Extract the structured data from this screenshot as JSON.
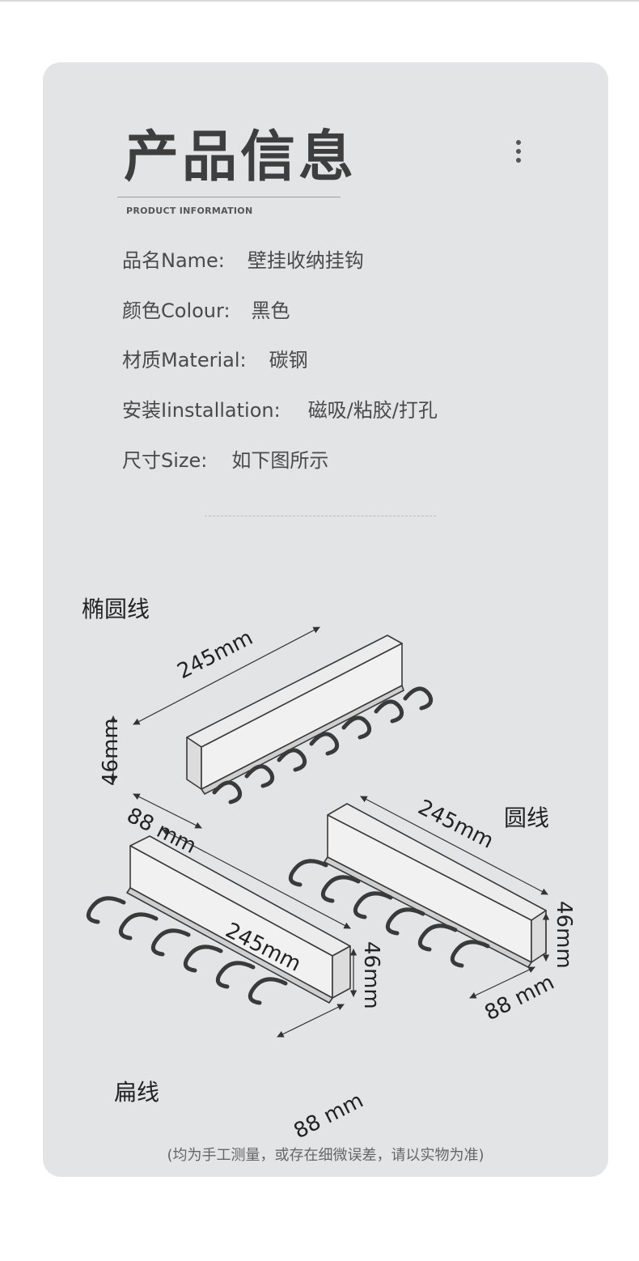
{
  "header": {
    "title": "产品信息",
    "subtitle": "PRODUCT INFORMATION"
  },
  "specs": [
    {
      "label": "品名Name:",
      "value": "壁挂收纳挂钩"
    },
    {
      "label": "颜色Colour:",
      "value": "黑色"
    },
    {
      "label": "材质Material:",
      "value": "碳钢"
    },
    {
      "label": "安装Iinstallation:",
      "value": "磁吸/粘胶/打孔"
    },
    {
      "label": "尺寸Size:",
      "value": "如下图所示"
    }
  ],
  "diagram": {
    "variants": [
      {
        "name": "椭圆线",
        "length": "245mm",
        "height": "46mm",
        "depth": "88 mm"
      },
      {
        "name": "圆线",
        "length": "245mm",
        "height": "46mm",
        "depth": "88 mm"
      },
      {
        "name": "扁线",
        "length": "245mm",
        "height": "46mm",
        "depth": "88 mm"
      }
    ]
  },
  "footer": {
    "note": "(均为手工测量，或存在细微误差，请以实物为准)"
  },
  "colors": {
    "card_bg": "#e2e4e5",
    "text": "#444444",
    "line": "#3a3a3a"
  }
}
